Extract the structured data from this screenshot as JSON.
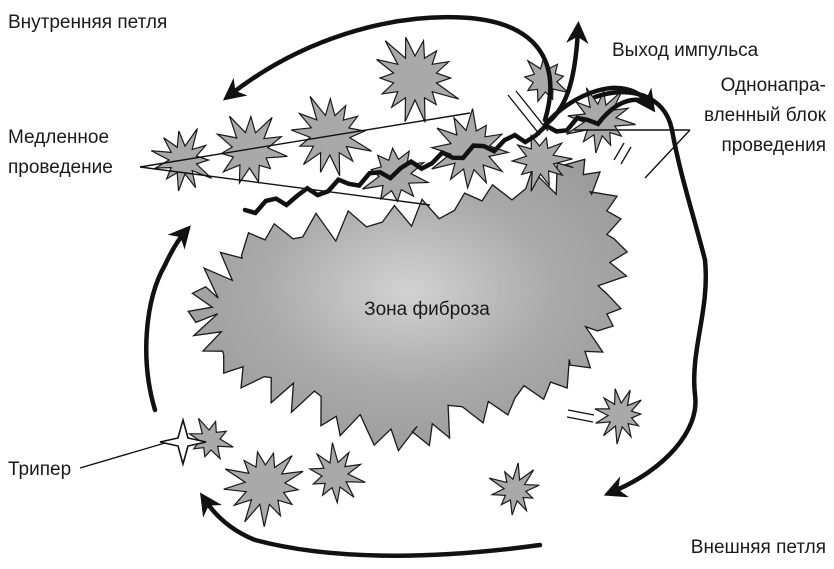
{
  "diagram": {
    "labels": {
      "inner_loop": "Внутренняя петля",
      "impulse_exit": "Выход импульса",
      "block_line1": "Однонапра-",
      "block_line2": "вленный блок",
      "block_line3": "проведения",
      "slow_line1": "Медленное",
      "slow_line2": "проведение",
      "fibrosis_zone": "Зона фиброза",
      "trigger": "Трипер",
      "outer_loop": "Внешняя петля"
    },
    "colors": {
      "scar_fill": "#a9a9a9",
      "scar_core": "#9a9a9a",
      "scar_highlight": "#d0d0d0",
      "line": "#111111",
      "background": "#ffffff"
    }
  }
}
